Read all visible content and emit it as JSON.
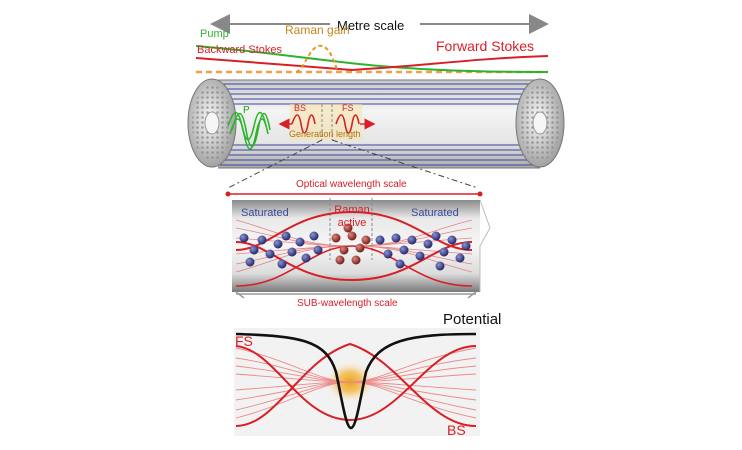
{
  "labels": {
    "metre_scale": "Metre scale",
    "pump": "Pump",
    "raman_gain": "Raman gain",
    "backward_stokes": "Backward Stokes",
    "forward_stokes": "Forward Stokes",
    "pump_short": "P",
    "bs": "BS",
    "fs": "FS",
    "generation_length": "Generation length",
    "optical_wavelength_scale": "Optical wavelength scale",
    "saturated_left": "Saturated",
    "saturated_right": "Saturated",
    "raman_line1": "Raman",
    "raman_line2": "active",
    "sub_wavelength_scale": "SUB-wavelength scale",
    "potential": "Potential",
    "fs_bottom": "FS",
    "bs_bottom": "BS"
  },
  "colors": {
    "pump": "#2db32d",
    "stokes": "#d81f26",
    "raman_gain": "#e8951f",
    "fiber_lines": "#3a46a0",
    "potential": "#111111",
    "molecule_saturated": "#2a2f7a",
    "molecule_active": "#9b2a2a"
  }
}
